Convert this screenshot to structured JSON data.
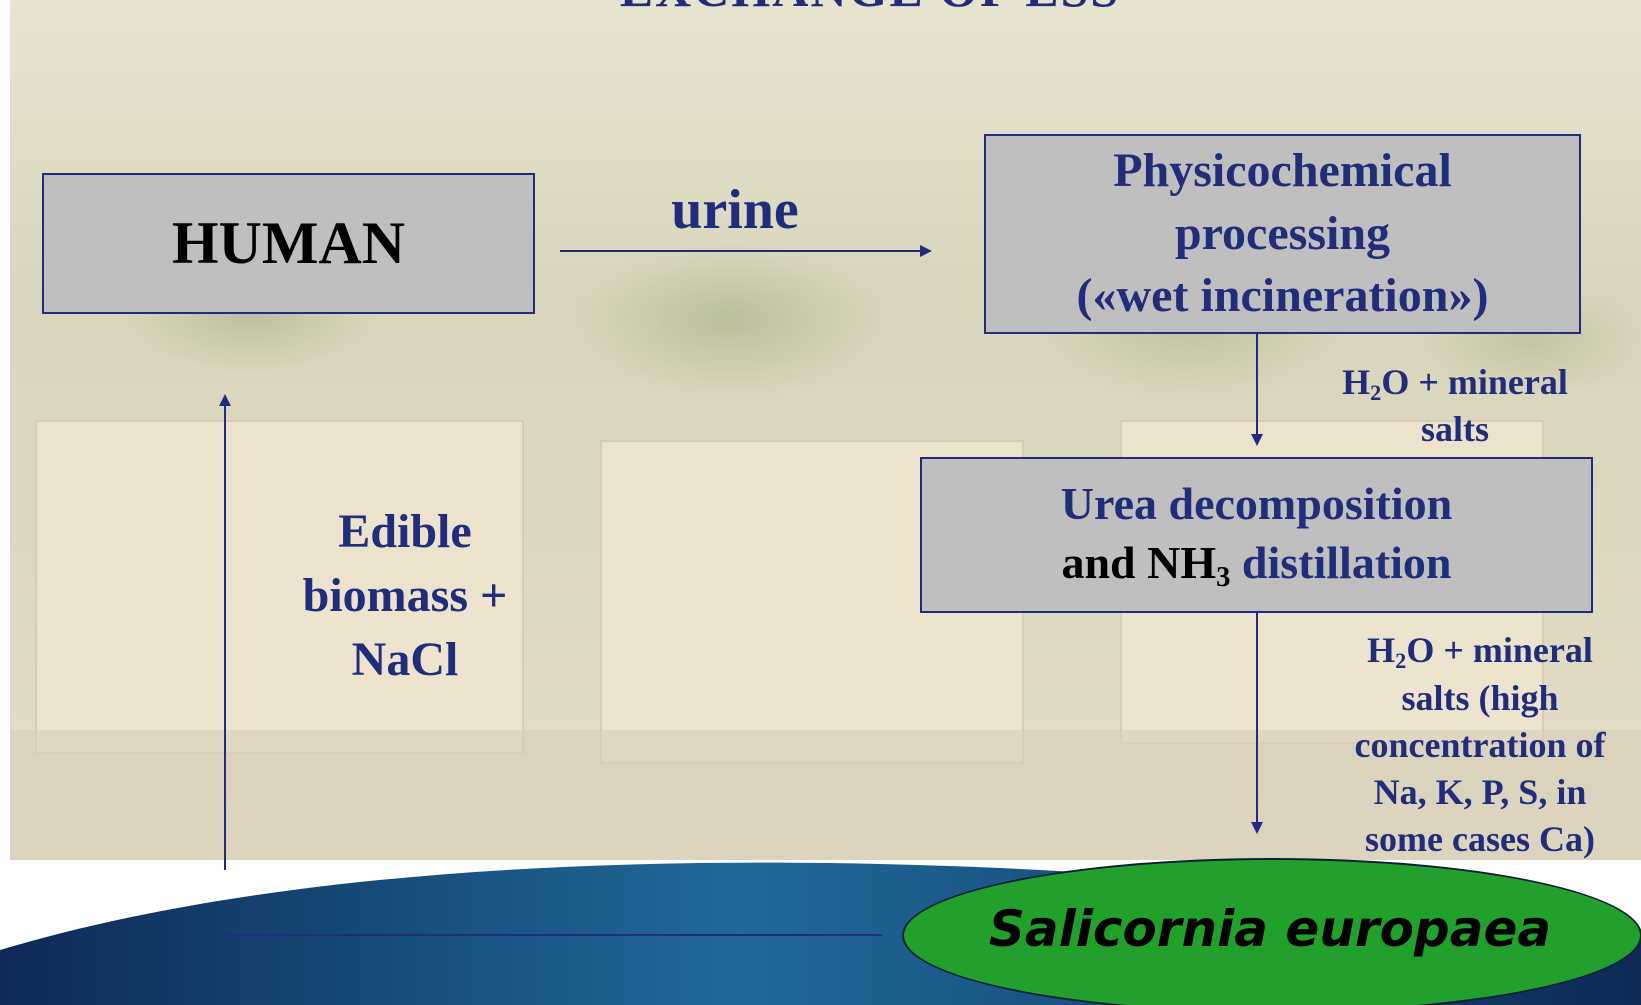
{
  "slide": {
    "heading": "EXCHANGE OF ESS"
  },
  "nodes": {
    "human": "HUMAN",
    "physico": {
      "line1": "Physicochemical",
      "line2": "processing",
      "line3": "(«wet incineration»)"
    },
    "urea": {
      "line1": "Urea decomposition",
      "line2_pre": "and NH",
      "line2_sub": "3",
      "line2_post": " distillation"
    },
    "plant": "Salicornia europaea"
  },
  "edges": {
    "urine": "urine",
    "edible": {
      "line1": "Edible",
      "line2": "biomass +",
      "line3": "NaCl"
    },
    "salts1": {
      "pre": "H",
      "sub": "2",
      "post": "O + mineral",
      "line2": "salts"
    },
    "salts2": {
      "pre": "H",
      "sub": "2",
      "post": "O + mineral",
      "line2": "salts (high",
      "line3": "concentration of",
      "line4": "Na, K, P, S, in",
      "line5": "some cases Ca)"
    }
  },
  "colors": {
    "text_blue": "#1f2d7a",
    "box_fill": "#bfbfbf",
    "ellipse_fill": "#21a12b",
    "wave_dark": "#0d2a55",
    "wave_light": "#1f6a9a"
  }
}
